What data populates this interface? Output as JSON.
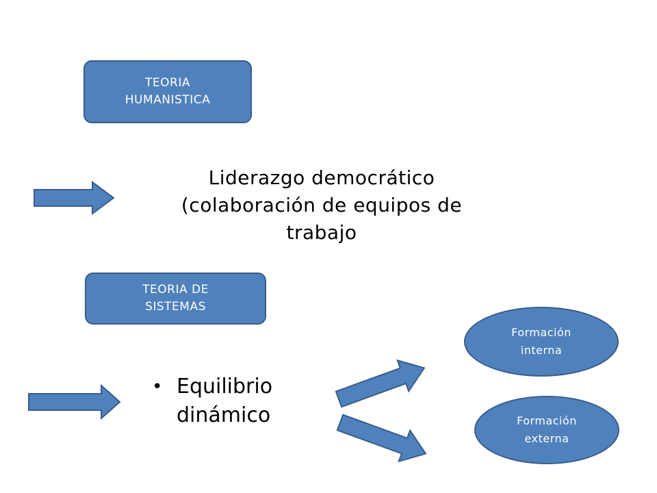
{
  "boxes": {
    "humanistica": "TEORIA\nHUMANISTICA",
    "sistemas": "TEORIA DE\nSISTEMAS"
  },
  "main_text": "Liderazgo democrático (colaboración de equipos de trabajo",
  "bullet": {
    "symbol": "•",
    "text": "Equilibrio\ndinámico"
  },
  "outcomes": {
    "interna": "Formación\ninterna",
    "externa": "Formación\nexterna"
  },
  "colors": {
    "fill": "#4f81bd",
    "border": "#385d8a"
  }
}
